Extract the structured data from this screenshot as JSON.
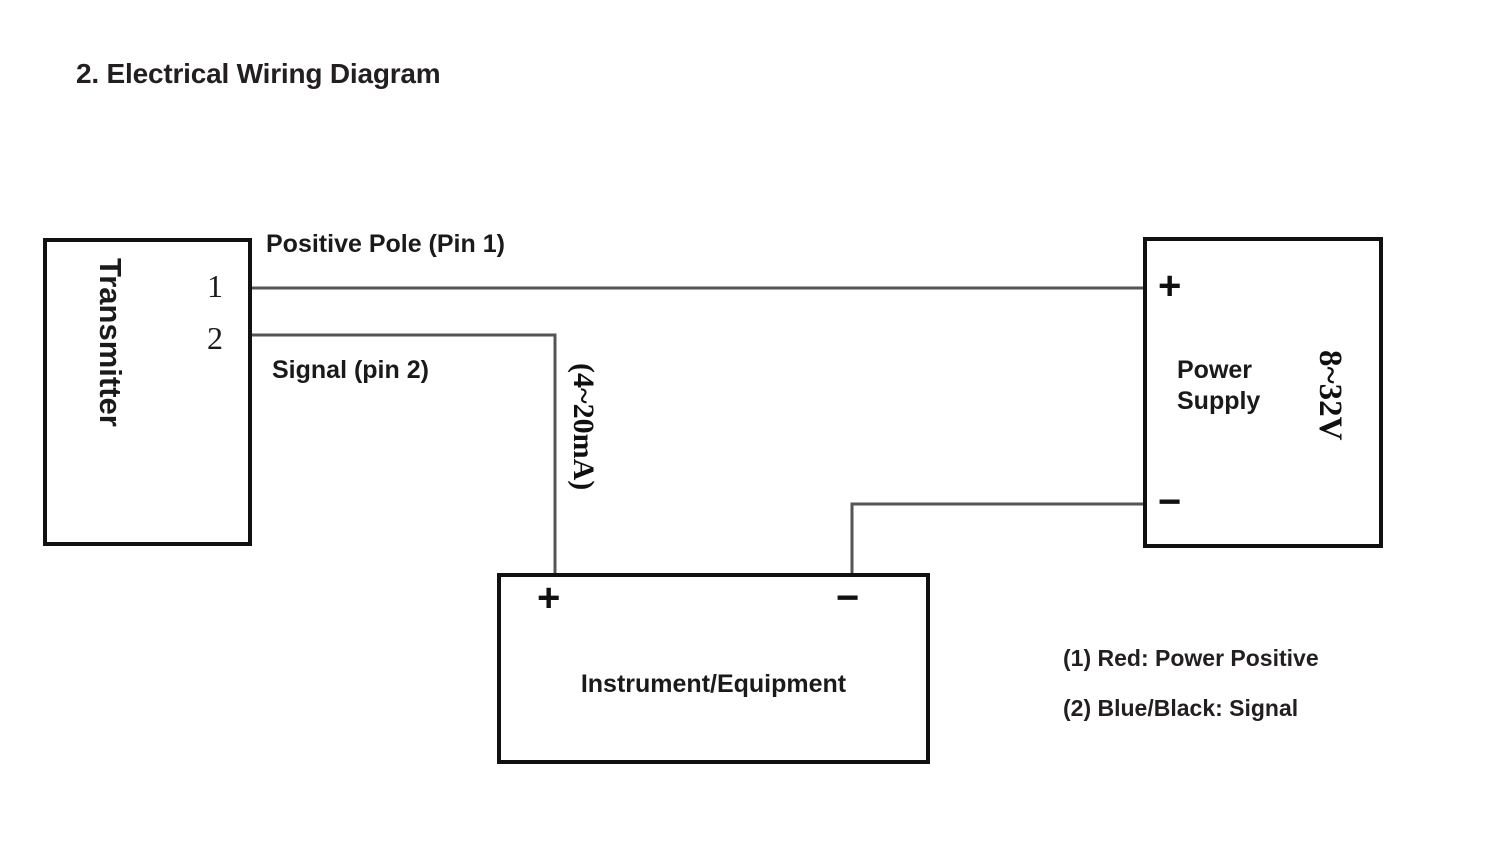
{
  "page": {
    "title": "2. Electrical Wiring Diagram",
    "background_color": "#ffffff",
    "line_color": "#111111",
    "wire_color": "#555555"
  },
  "blocks": {
    "transmitter": {
      "label": "Transmitter",
      "pins": [
        {
          "number": "1",
          "name": "Positive Pole (Pin 1)"
        },
        {
          "number": "2",
          "name": "Signal (pin 2)"
        }
      ]
    },
    "power_supply": {
      "label": "Power Supply",
      "label_line1": "Power",
      "label_line2": "Supply",
      "voltage": "8~32V",
      "plus": "+",
      "minus": "−"
    },
    "instrument": {
      "label": "Instrument/Equipment",
      "plus": "+",
      "minus": "−"
    }
  },
  "wires": {
    "positive_pole_label": "Positive Pole (Pin 1)",
    "signal_label": "Signal (pin 2)",
    "current_label": "(4~20mA)"
  },
  "legend": {
    "items": [
      "(1) Red: Power Positive",
      "(2) Blue/Black: Signal"
    ]
  }
}
